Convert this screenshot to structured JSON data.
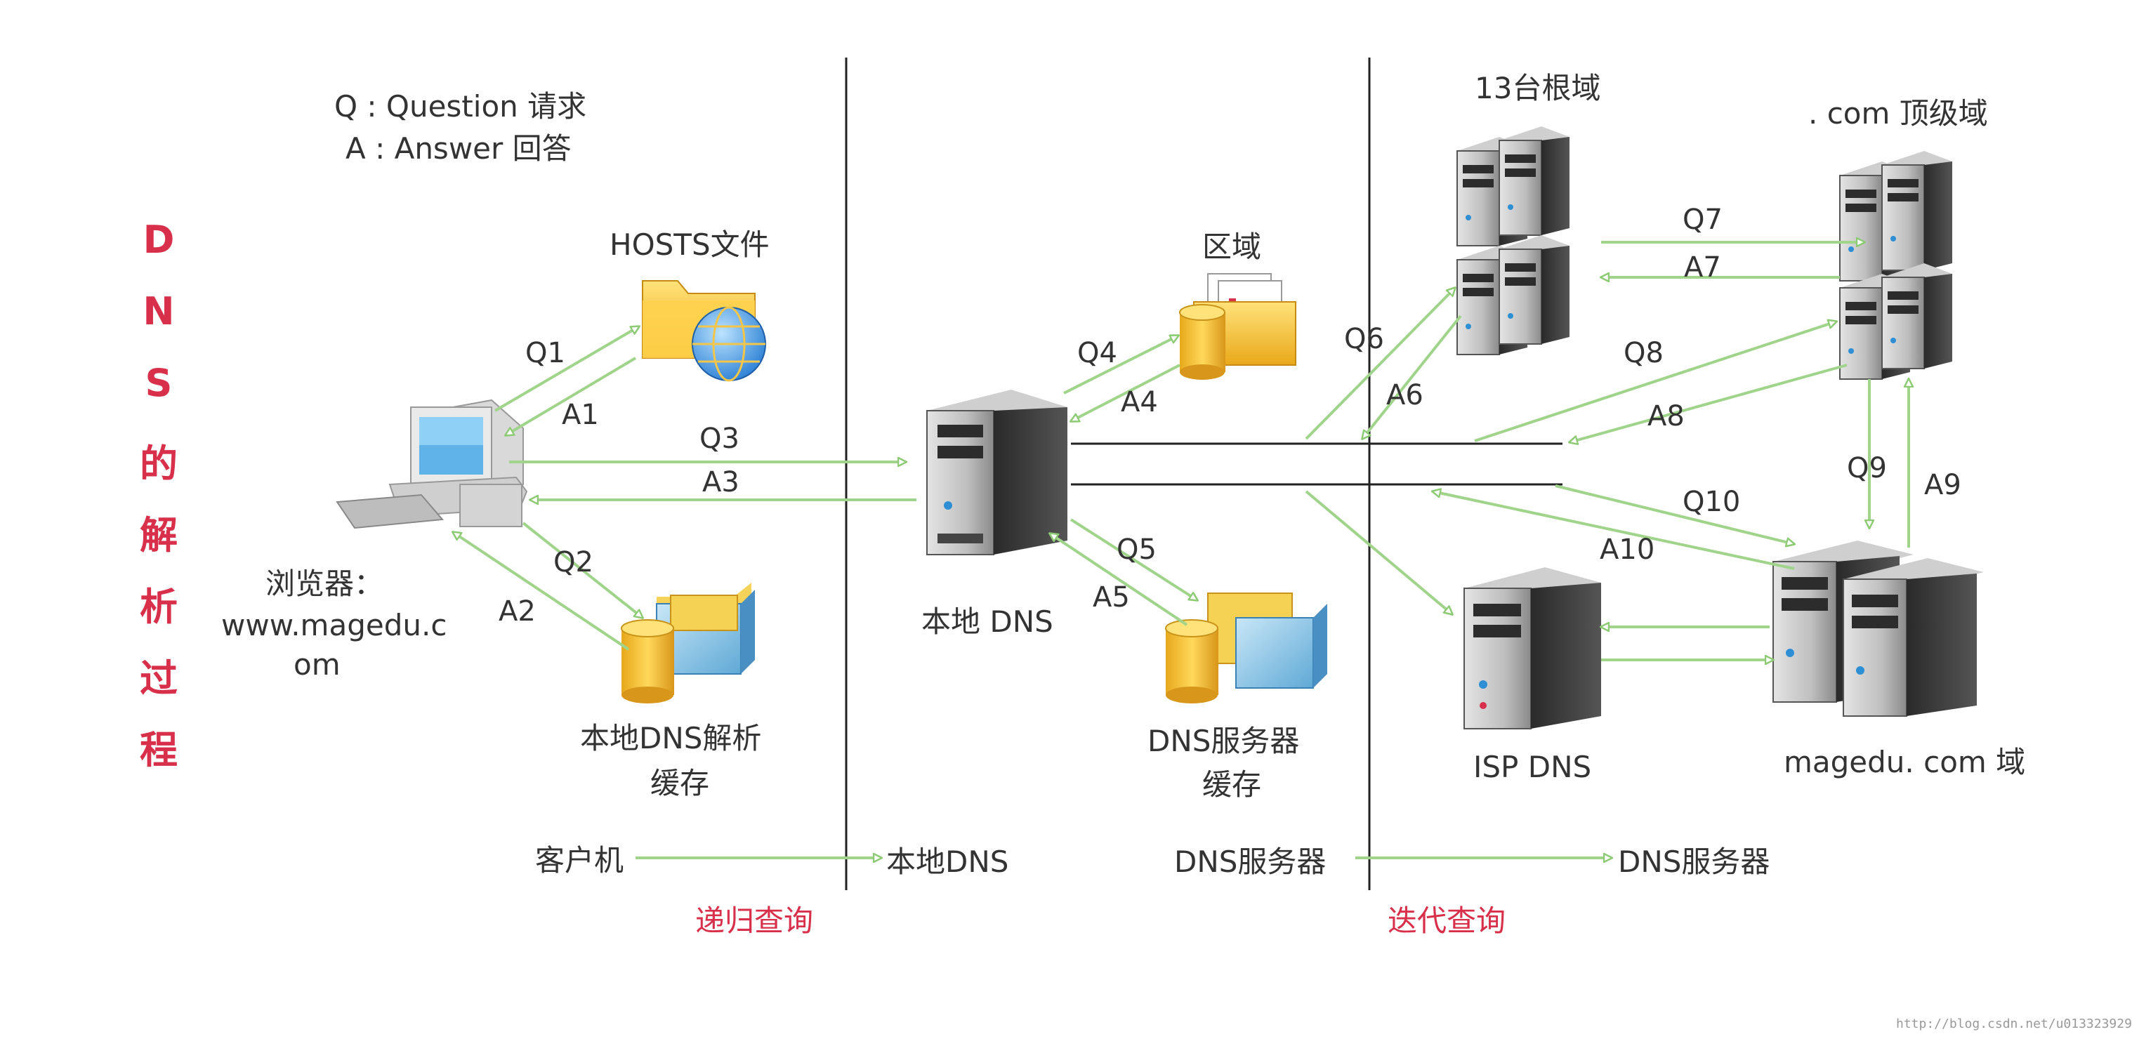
{
  "title_chars": [
    "D",
    "N",
    "S",
    "的",
    "解",
    "析",
    "过",
    "程"
  ],
  "legend": {
    "q": "Q : Question 请求",
    "a": "A : Answer 回答"
  },
  "nodes": {
    "browser_label": "浏览器：",
    "browser_url_1": "www.magedu.c",
    "browser_url_2": "om",
    "hosts_file": "HOSTS文件",
    "local_cache_1": "本地DNS解析",
    "local_cache_2": "缓存",
    "local_dns": "本地 DNS",
    "zone": "区域",
    "dns_cache_1": "DNS服务器",
    "dns_cache_2": "缓存",
    "root": "13台根域",
    "com_tld": ". com 顶级域",
    "isp_dns": "ISP DNS",
    "magedu_domain": "magedu. com 域"
  },
  "arrows": {
    "q1": "Q1",
    "a1": "A1",
    "q2": "Q2",
    "a2": "A2",
    "q3": "Q3",
    "a3": "A3",
    "q4": "Q4",
    "a4": "A4",
    "q5": "Q5",
    "a5": "A5",
    "q6": "Q6",
    "a6": "A6",
    "q7": "Q7",
    "a7": "A7",
    "q8": "Q8",
    "a8": "A8",
    "q9": "Q9",
    "a9": "A9",
    "q10": "Q10",
    "a10": "A10"
  },
  "bottom": {
    "client": "客户机",
    "local_dns": "本地DNS",
    "dns_server_from": "DNS服务器",
    "dns_server_to": "DNS服务器",
    "recursive": "递归查询",
    "iterative": "迭代查询"
  },
  "watermark": "http://blog.csdn.net/u013323929",
  "colors": {
    "arrow": "#9fd48a",
    "title": "#d8304a",
    "divider": "#222222"
  }
}
